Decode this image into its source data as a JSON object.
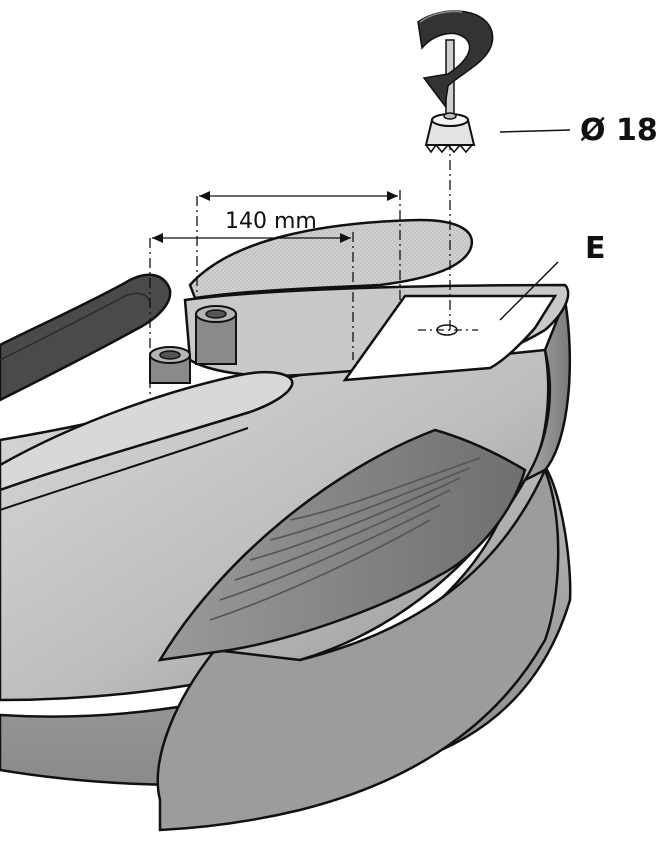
{
  "labels": {
    "dimension": "140 mm",
    "drill_diameter": "Ø 18",
    "part": "E"
  }
}
